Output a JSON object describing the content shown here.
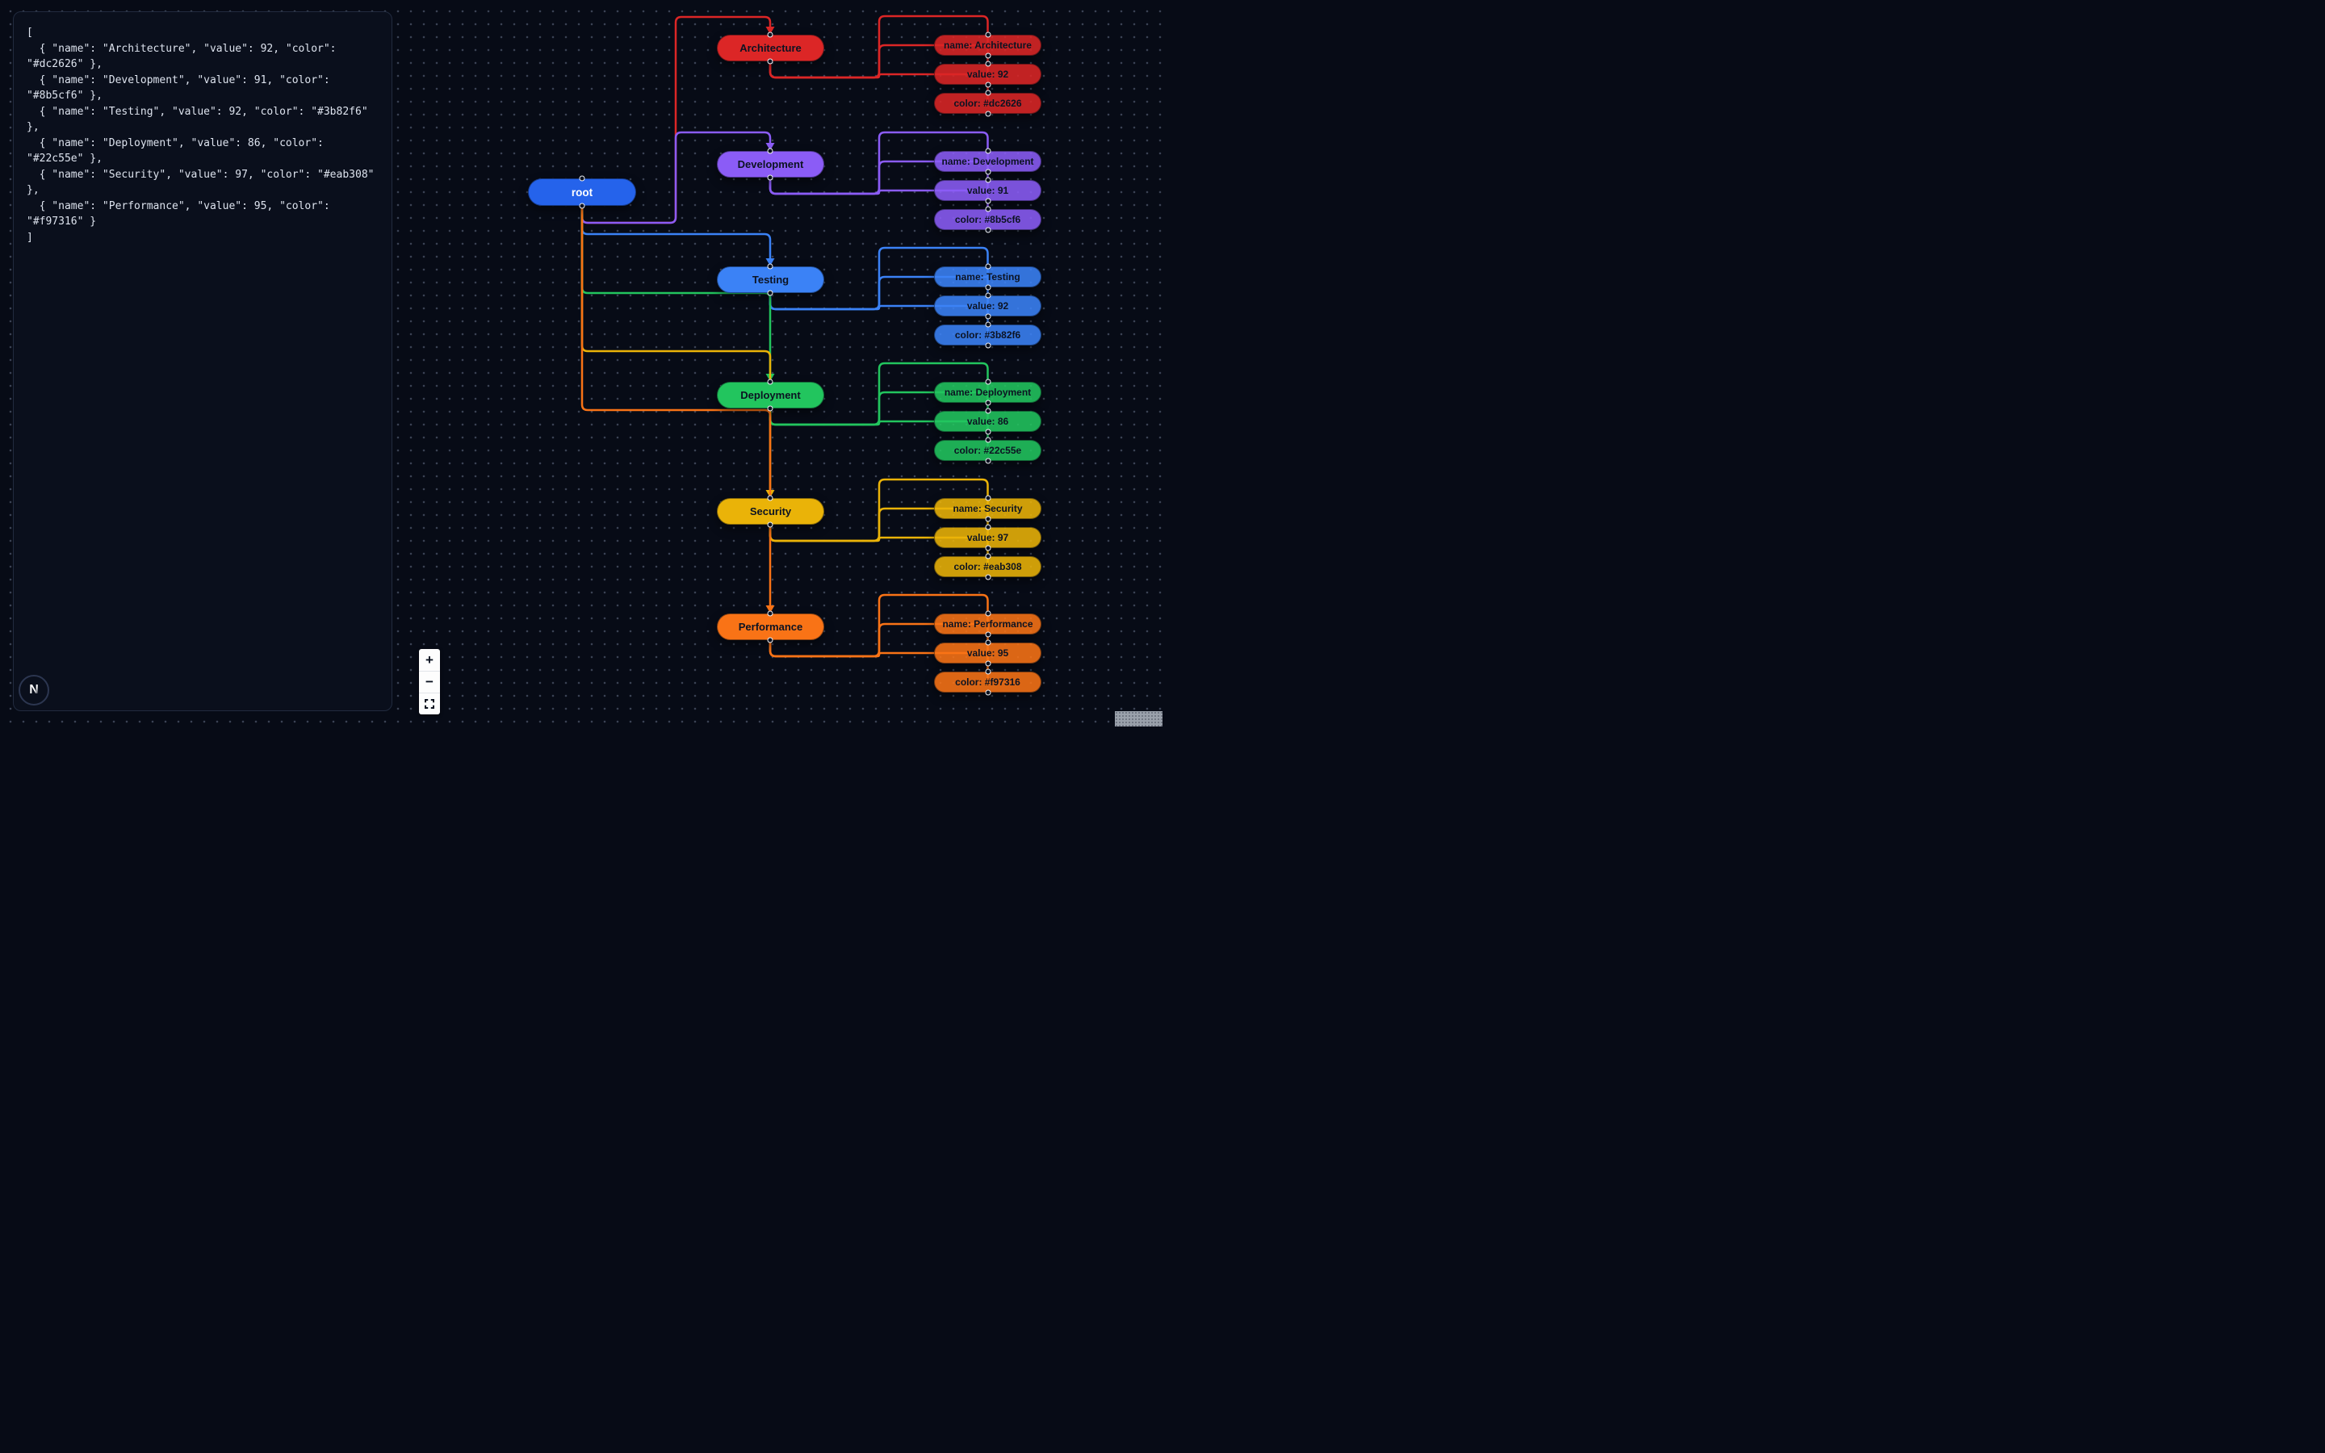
{
  "editor": {
    "json_text": "[\n  { \"name\": \"Architecture\", \"value\": 92, \"color\": \"#dc2626\" },\n  { \"name\": \"Development\", \"value\": 91, \"color\": \"#8b5cf6\" },\n  { \"name\": \"Testing\", \"value\": 92, \"color\": \"#3b82f6\" },\n  { \"name\": \"Deployment\", \"value\": 86, \"color\": \"#22c55e\" },\n  { \"name\": \"Security\", \"value\": 97, \"color\": \"#eab308\" },\n  { \"name\": \"Performance\", \"value\": 95, \"color\": \"#f97316\" }\n]"
  },
  "logo": {
    "label": "N"
  },
  "controls": {
    "zoom_in_label": "+",
    "zoom_out_label": "−"
  },
  "flow": {
    "root": {
      "label": "root",
      "color": "#2563eb"
    },
    "branches": [
      {
        "name": "Architecture",
        "value": 92,
        "color": "#dc2626",
        "leaves": [
          "name: Architecture",
          "value: 92",
          "color: #dc2626"
        ]
      },
      {
        "name": "Development",
        "value": 91,
        "color": "#8b5cf6",
        "leaves": [
          "name: Development",
          "value: 91",
          "color: #8b5cf6"
        ]
      },
      {
        "name": "Testing",
        "value": 92,
        "color": "#3b82f6",
        "leaves": [
          "name: Testing",
          "value: 92",
          "color: #3b82f6"
        ]
      },
      {
        "name": "Deployment",
        "value": 86,
        "color": "#22c55e",
        "leaves": [
          "name: Deployment",
          "value: 86",
          "color: #22c55e"
        ]
      },
      {
        "name": "Security",
        "value": 97,
        "color": "#eab308",
        "leaves": [
          "name: Security",
          "value: 97",
          "color: #eab308"
        ]
      },
      {
        "name": "Performance",
        "value": 95,
        "color": "#f97316",
        "leaves": [
          "name: Performance",
          "value: 95",
          "color: #f97316"
        ]
      }
    ]
  }
}
